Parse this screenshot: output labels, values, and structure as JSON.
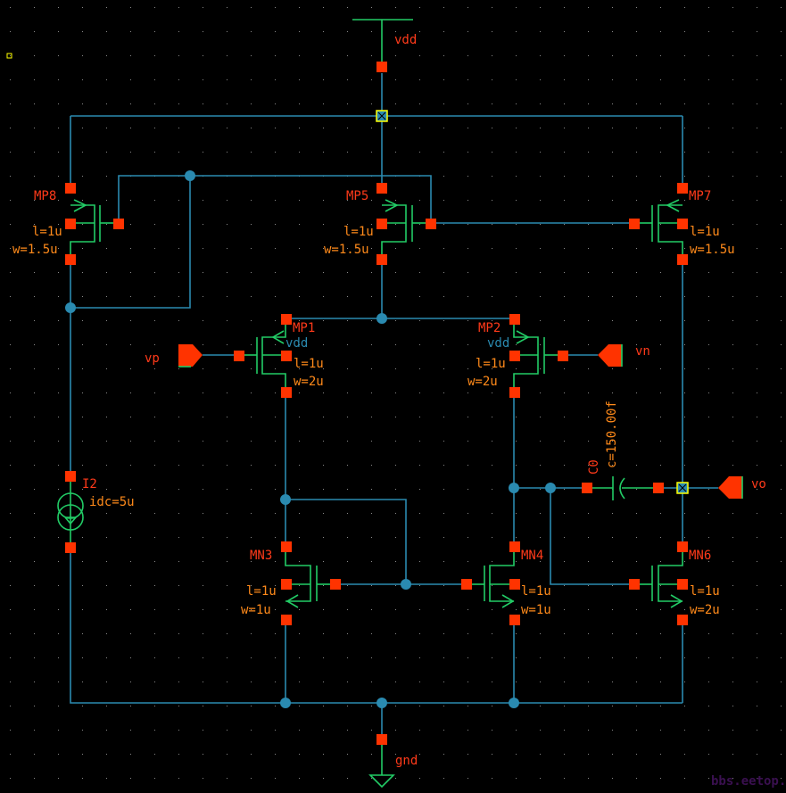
{
  "title": "Two-stage CMOS op-amp schematic",
  "colors": {
    "background": "#000000",
    "wire": "#2a8ab0",
    "symbol": "#22cc66",
    "pin": "#ff3300",
    "label": "#ff3a1a",
    "param": "#ff8a1a"
  },
  "supplies": {
    "vdd": "vdd",
    "gnd": "gnd"
  },
  "ports": {
    "vp": "vp",
    "vn": "vn",
    "vo": "vo"
  },
  "devices": {
    "MP8": {
      "name": "MP8",
      "l": "l=1u",
      "w": "w=1.5u"
    },
    "MP5": {
      "name": "MP5",
      "l": "l=1u",
      "w": "w=1.5u"
    },
    "MP7": {
      "name": "MP7",
      "l": "l=1u",
      "w": "w=1.5u"
    },
    "MP1": {
      "name": "MP1",
      "bulk": "vdd",
      "l": "l=1u",
      "w": "w=2u"
    },
    "MP2": {
      "name": "MP2",
      "bulk": "vdd",
      "l": "l=1u",
      "w": "w=2u"
    },
    "MN3": {
      "name": "MN3",
      "l": "l=1u",
      "w": "w=1u"
    },
    "MN4": {
      "name": "MN4",
      "l": "l=1u",
      "w": "w=1u"
    },
    "MN6": {
      "name": "MN6",
      "l": "l=1u",
      "w": "w=2u"
    },
    "I2": {
      "name": "I2",
      "idc": "idc=5u"
    },
    "C0": {
      "name": "C0",
      "c": "c=150.00f"
    }
  },
  "watermark": "bbs.eetop.cn"
}
